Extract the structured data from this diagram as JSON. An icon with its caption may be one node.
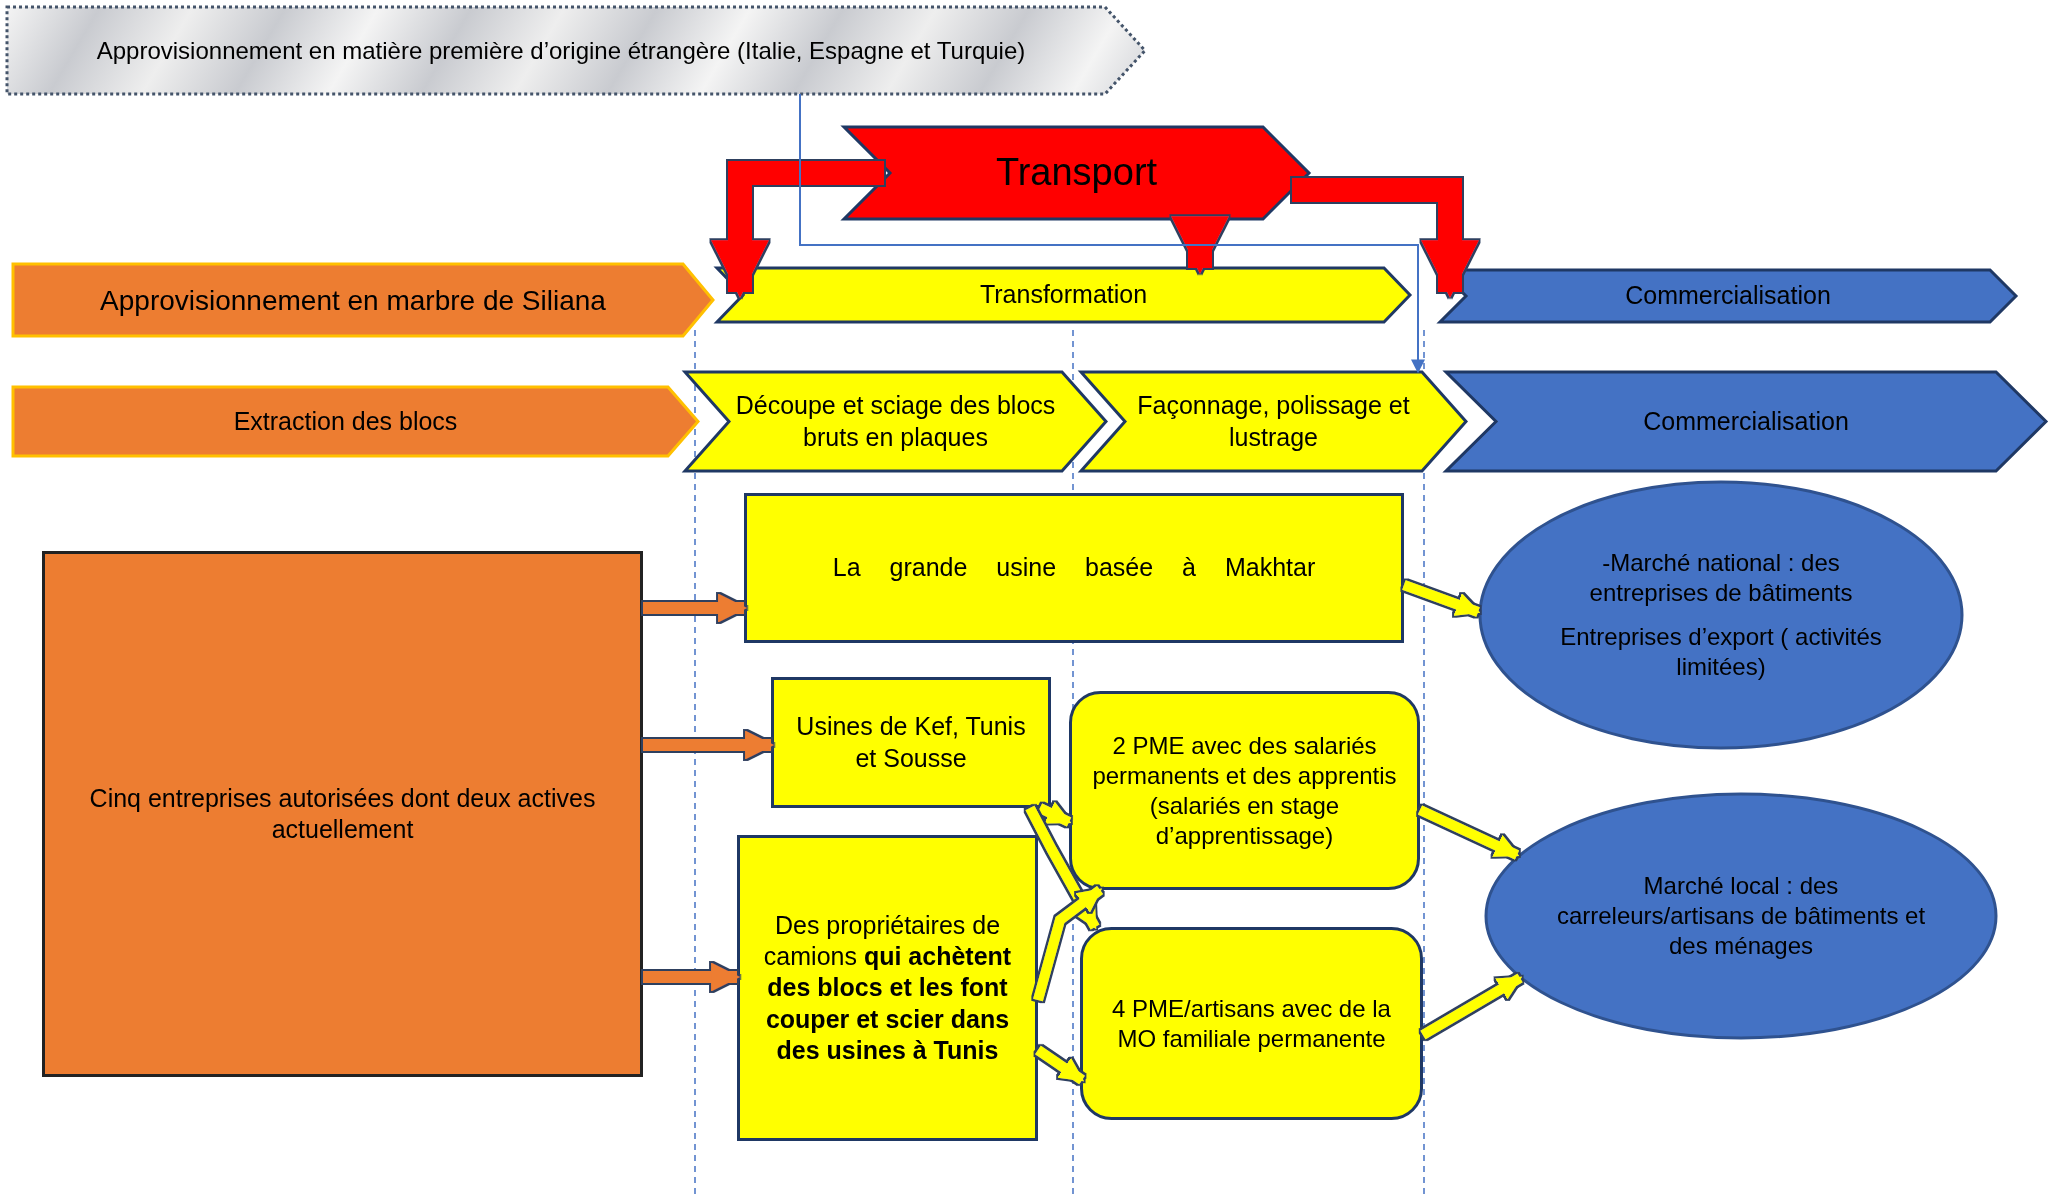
{
  "diagram": {
    "nodes": [
      {
        "text": [
          "Approvisionnement en matière première d’origine étrangère (Italie, Espagne et Turquie)"
        ]
      },
      {
        "text": [
          "Transport"
        ]
      },
      {
        "text": [
          "Approvisionnement en marbre de Siliana"
        ]
      },
      {
        "text": [
          "Transformation"
        ]
      },
      {
        "text": [
          "Commercialisation"
        ]
      },
      {
        "text": [
          "Extraction des blocs"
        ]
      },
      {
        "text": [
          "Découpe et sciage des blocs bruts en plaques"
        ]
      },
      {
        "text": [
          "Façonnage, polissage et lustrage"
        ]
      },
      {
        "text": [
          "Commercialisation"
        ]
      },
      {
        "text": [
          "Cinq entreprises autorisées dont deux actives actuellement"
        ]
      },
      {
        "text": [
          "La grande usine basée à Makhtar"
        ]
      },
      {
        "text": [
          "Usines de Kef, Tunis et Sousse"
        ]
      },
      {
        "text": [
          "Des propriétaires de camions **qui achètent des blocs et les font couper et scier dans des usines à Tunis**"
        ]
      },
      {
        "text": [
          "2 PME avec des salariés permanents et des apprentis (salariés en stage d’apprentissage)"
        ]
      },
      {
        "text": [
          "4 PME/artisans avec de la MO familiale permanente"
        ]
      },
      {
        "text": [
          "-Marché national : des entreprises de bâtiments",
          "Entreprises d’export ( activités limitées)"
        ]
      },
      {
        "text": [
          "Marché local : des carreleurs/artisans de bâtiments et des ménages"
        ]
      }
    ],
    "edges": [
      {
        "from": 1,
        "to": 3,
        "arrow": "to",
        "style": "thick",
        "color": "#ff0000"
      },
      {
        "from": 1,
        "to": 3,
        "arrow": "to",
        "style": "thick",
        "color": "#ff0000"
      },
      {
        "from": 1,
        "to": 4,
        "arrow": "to",
        "style": "thick",
        "color": "#ff0000"
      },
      {
        "from": 0,
        "to": 7,
        "arrow": "to",
        "color": "#4472c4"
      },
      {
        "from": 9,
        "to": 10,
        "arrow": "to",
        "color": "#ed7d31"
      },
      {
        "from": 9,
        "to": 11,
        "arrow": "to",
        "color": "#ed7d31"
      },
      {
        "from": 9,
        "to": 12,
        "arrow": "to",
        "color": "#ed7d31"
      },
      {
        "from": 10,
        "to": 15,
        "arrow": "to"
      },
      {
        "from": 11,
        "to": 13,
        "arrow": "to"
      },
      {
        "from": 11,
        "to": 14,
        "arrow": "to"
      },
      {
        "from": 12,
        "to": 13,
        "arrow": "to"
      },
      {
        "from": 12,
        "to": 14,
        "arrow": "to"
      },
      {
        "from": 13,
        "to": 16,
        "arrow": "to"
      },
      {
        "from": 14,
        "to": 16,
        "arrow": "to"
      }
    ]
  }
}
